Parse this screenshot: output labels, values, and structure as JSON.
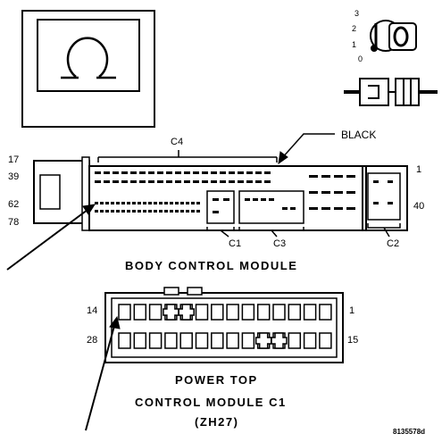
{
  "module": {
    "title": "BODY CONTROL MODULE",
    "color_label": "BLACK",
    "connectors": [
      "C4",
      "C1",
      "C3",
      "C2"
    ],
    "pins": {
      "top_left": "17",
      "mid_left_1": "39",
      "mid_left_2": "62",
      "bottom_left": "78",
      "top_right": "1",
      "bottom_right": "40"
    }
  },
  "connector": {
    "title_line1": "POWER TOP",
    "title_line2": "CONTROL MODULE C1",
    "code": "(ZH27)",
    "pins": {
      "top_left": "14",
      "top_right": "1",
      "bottom_left": "28",
      "bottom_right": "15"
    }
  },
  "key_positions": [
    "3",
    "2",
    "1",
    "0"
  ],
  "figure_id": "8135578d"
}
